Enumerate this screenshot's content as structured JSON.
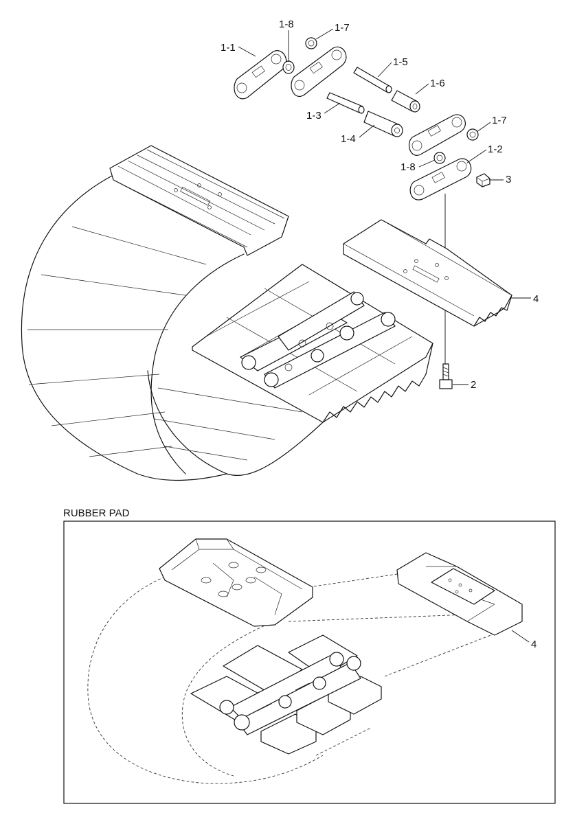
{
  "labels": {
    "p1_1": "1-1",
    "p1_8a": "1-8",
    "p1_7a": "1-7",
    "p1_5": "1-5",
    "p1_6": "1-6",
    "p1_3": "1-3",
    "p1_4": "1-4",
    "p1_7b": "1-7",
    "p1_8b": "1-8",
    "p1_2": "1-2",
    "p3": "3",
    "p4a": "4",
    "p2": "2",
    "p4b": "4"
  },
  "section": {
    "title": "RUBBER PAD"
  }
}
